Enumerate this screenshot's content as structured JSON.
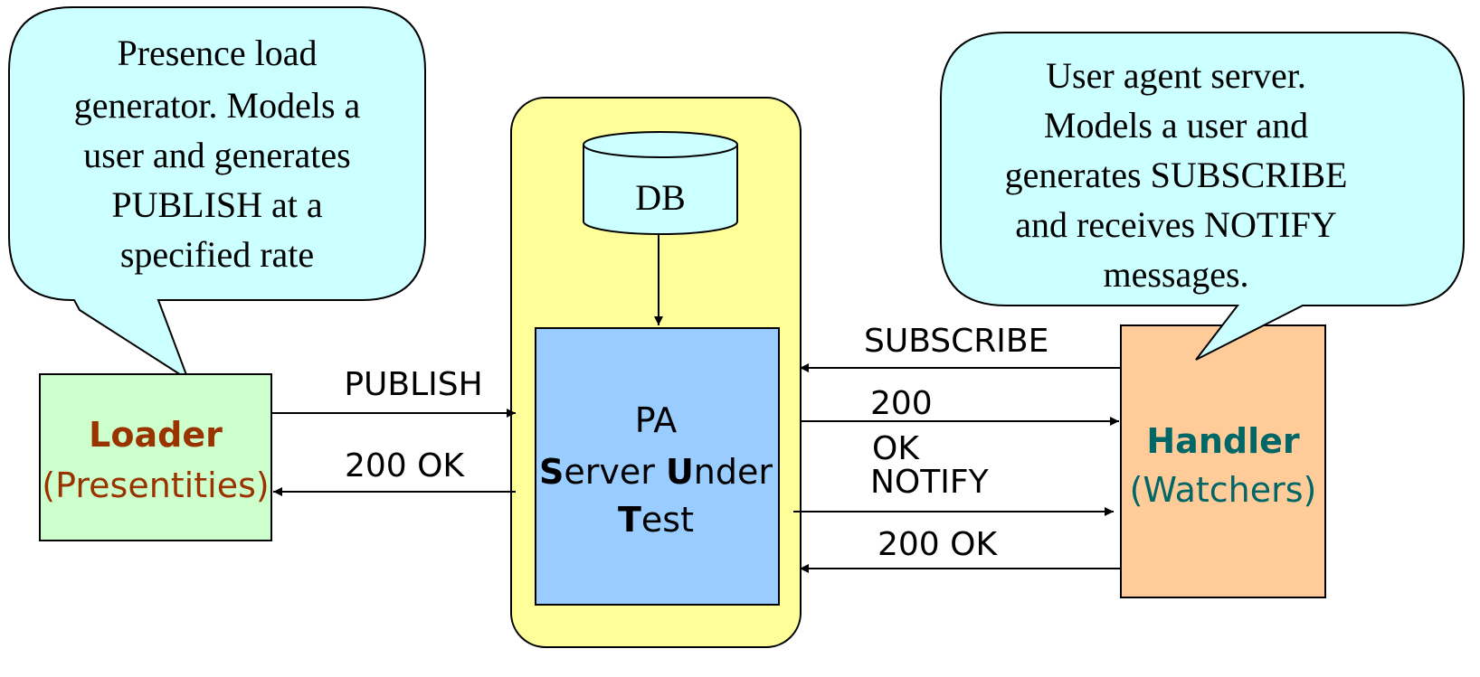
{
  "colors": {
    "callout_fill": "#ccffff",
    "server_frame_fill": "#ffff99",
    "db_fill": "#ccffff",
    "sut_fill": "#99ccff",
    "loader_fill": "#ccffcc",
    "handler_fill": "#ffcc99",
    "loader_title": "#993300",
    "handler_title": "#006666",
    "line": "#000000"
  },
  "callout_left": {
    "lines": [
      "Presence load",
      "generator. Models a",
      "user and generates",
      "PUBLISH at a",
      "specified rate"
    ]
  },
  "callout_right": {
    "lines": [
      "User agent server.",
      "Models a user and",
      "generates SUBSCRIBE",
      "and receives NOTIFY",
      "messages."
    ]
  },
  "database": {
    "label": "DB"
  },
  "server": {
    "line1": "PA",
    "line2": [
      {
        "t": "S",
        "b": true
      },
      {
        "t": "erver ",
        "b": false
      },
      {
        "t": "U",
        "b": true
      },
      {
        "t": "nder",
        "b": false
      }
    ],
    "line3": [
      {
        "t": "T",
        "b": true
      },
      {
        "t": "est",
        "b": false
      }
    ]
  },
  "loader": {
    "title": "Loader",
    "subtitle": "(Presentities)"
  },
  "handler": {
    "title": "Handler",
    "subtitle": "(Watchers)"
  },
  "messages": {
    "publish": "PUBLISH",
    "publish_ok": "200 OK",
    "subscribe": "SUBSCRIBE",
    "subscribe_ok_a": "200",
    "subscribe_ok_b": "OK",
    "notify": "NOTIFY",
    "notify_ok": "200 OK"
  }
}
